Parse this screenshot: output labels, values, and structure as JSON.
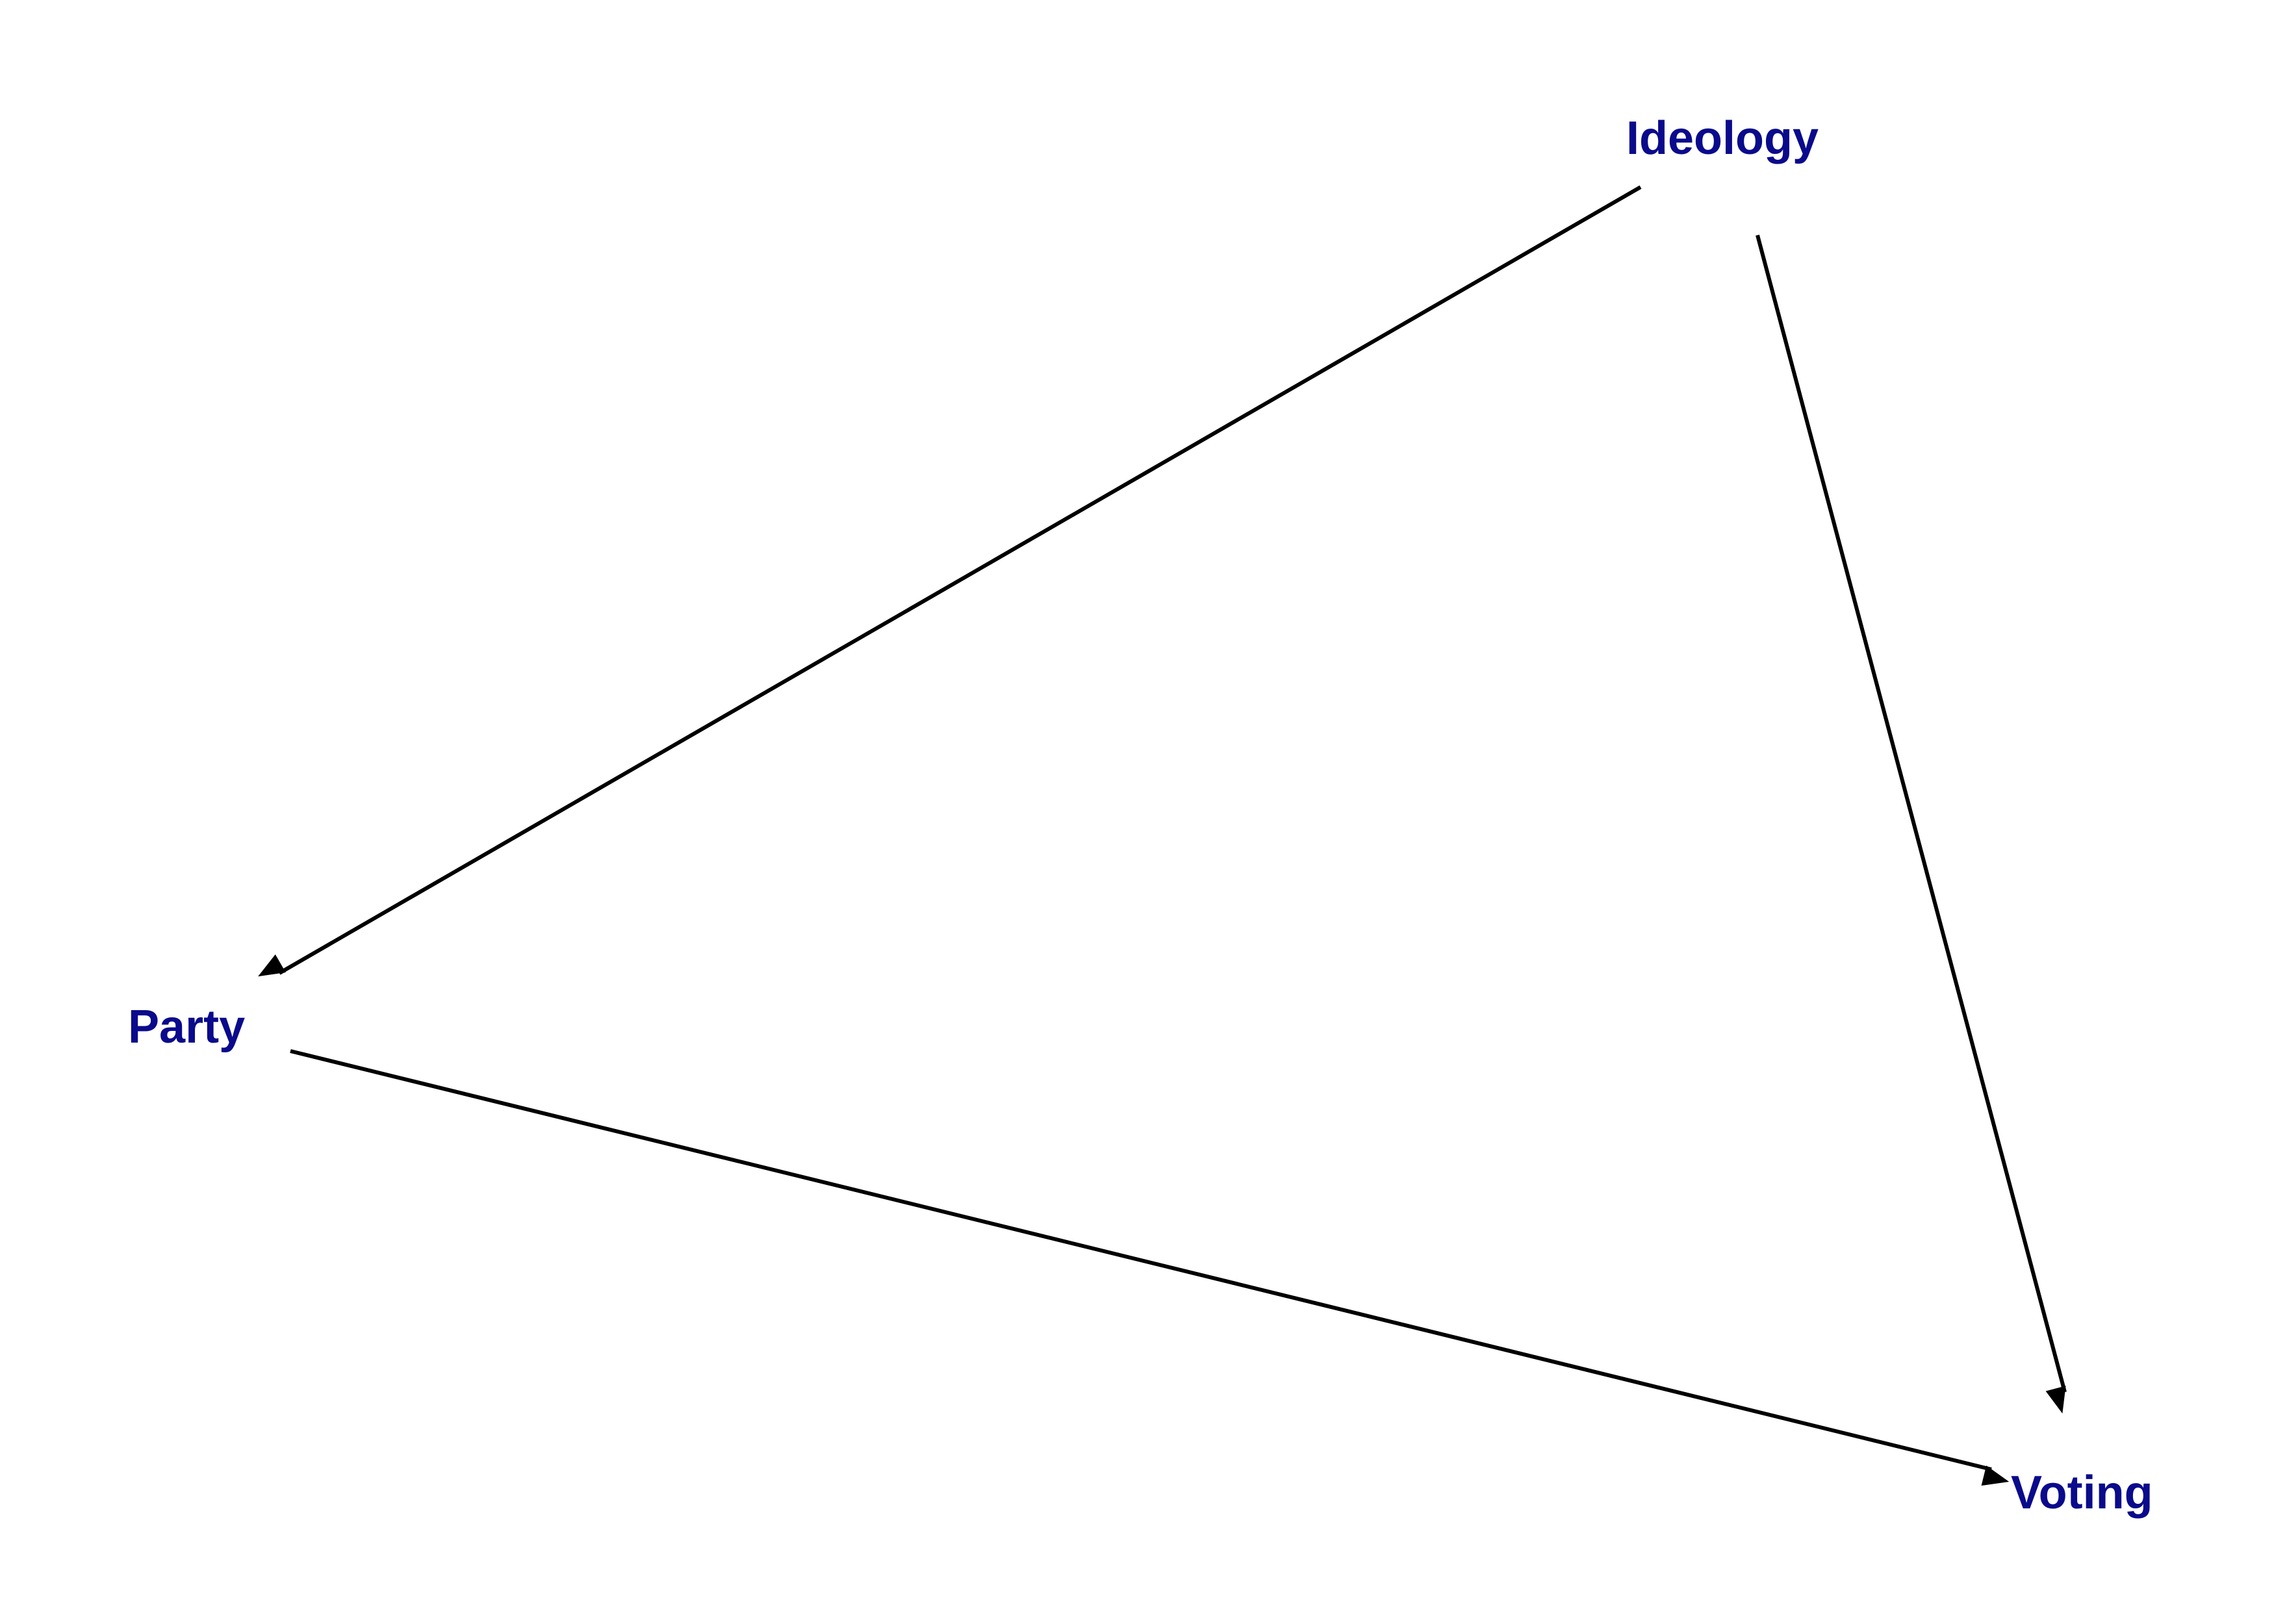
{
  "colors": {
    "node_text": "#0a0a8c",
    "edge": "#000000",
    "background": "#ffffff"
  },
  "nodes": {
    "ideology": {
      "label": "Ideology"
    },
    "party": {
      "label": "Party"
    },
    "voting": {
      "label": "Voting"
    }
  },
  "edges": [
    {
      "from": "ideology",
      "to": "party"
    },
    {
      "from": "ideology",
      "to": "voting"
    },
    {
      "from": "party",
      "to": "voting"
    }
  ]
}
